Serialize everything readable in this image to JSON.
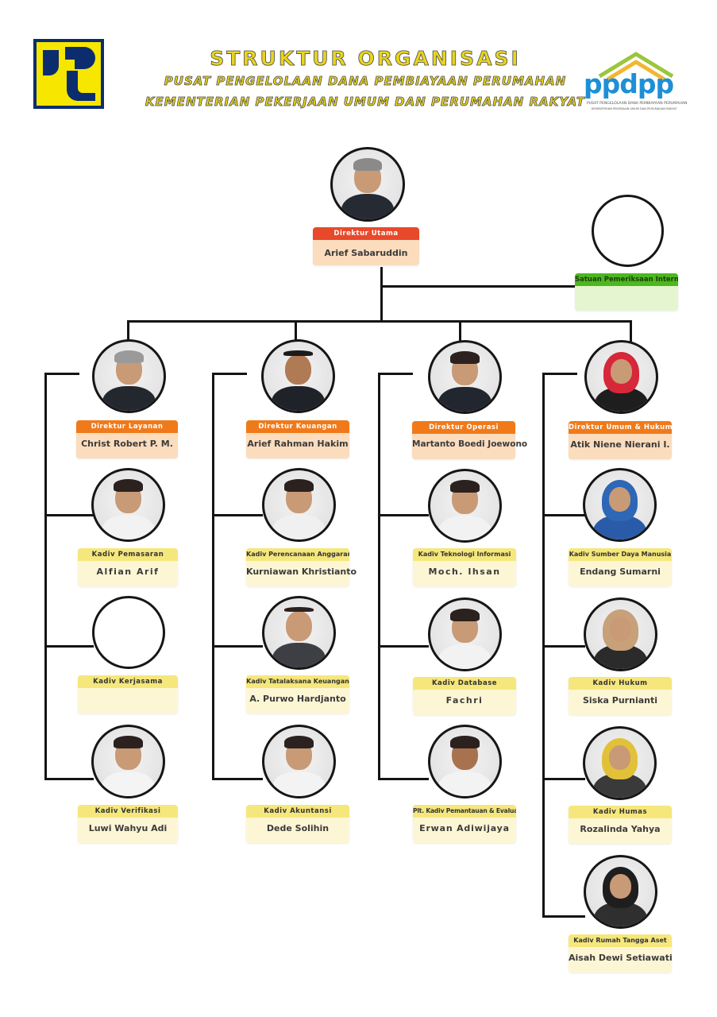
{
  "header": {
    "title": "STRUKTUR ORGANISASI",
    "subtitle1": "PUSAT PENGELOLAAN DANA PEMBIAYAAN PERUMAHAN",
    "subtitle2": "KEMENTERIAN PEKERJAAN UMUM DAN PERUMAHAN RAKYAT",
    "logo_text": "ppdpp",
    "logo_sub1": "PUSAT PENGELOLAAN DANA PEMBIAYAAN PERUMAHAN",
    "logo_sub2": "KEMENTERIAN PEKERJAAN UMUM DAN PERUMAHAN RAKYAT"
  },
  "top": {
    "role": "Direktur Utama",
    "name": "Arief Sabaruddin"
  },
  "spi": {
    "role": "Satuan Pemeriksaan Internal",
    "name": ""
  },
  "directors": [
    {
      "role": "Direktur Layanan",
      "name": "Christ Robert P. M."
    },
    {
      "role": "Direktur Keuangan",
      "name": "Arief Rahman Hakim"
    },
    {
      "role": "Direktur Operasi",
      "name": "Martanto Boedi Joewono"
    },
    {
      "role": "Direktur Umum & Hukum",
      "name": "Atik  Niene Nierani I."
    }
  ],
  "divisions": [
    [
      {
        "role": "Kadiv Pemasaran",
        "name": "Alfian Arif"
      },
      {
        "role": "Kadiv Kerjasama",
        "name": ""
      },
      {
        "role": "Kadiv Verifikasi",
        "name": "Luwi Wahyu Adi"
      }
    ],
    [
      {
        "role": "Kadiv Perencanaan Anggaran",
        "name": "Kurniawan Khristianto"
      },
      {
        "role": "Kadiv Tatalaksana Keuangan",
        "name": "A. Purwo Hardjanto"
      },
      {
        "role": "Kadiv Akuntansi",
        "name": "Dede Solihin"
      }
    ],
    [
      {
        "role": "Kadiv Teknologi Informasi",
        "name": "Moch. Ihsan"
      },
      {
        "role": "Kadiv Database",
        "name": "Fachri"
      },
      {
        "role": "Plt. Kadiv Pemantauan & Evaluasi",
        "name": "Erwan Adiwijaya"
      }
    ],
    [
      {
        "role": "Kadiv Sumber Daya Manusia",
        "name": "Endang Sumarni"
      },
      {
        "role": "Kadiv Hukum",
        "name": "Siska Purnianti"
      },
      {
        "role": "Kadiv Humas",
        "name": "Rozalinda Yahya"
      },
      {
        "role": "Kadiv Rumah Tangga Aset",
        "name": "Aisah Dewi Setiawati"
      }
    ]
  ]
}
